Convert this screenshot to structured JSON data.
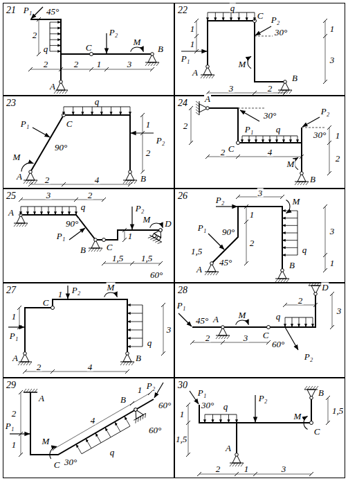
{
  "diagram": {
    "nodes": [
      {
        "text": [
          "21"
        ]
      },
      {
        "text": [
          "22"
        ]
      },
      {
        "text": [
          "23"
        ]
      },
      {
        "text": [
          "24"
        ]
      },
      {
        "text": [
          "25"
        ]
      },
      {
        "text": [
          "26"
        ]
      },
      {
        "text": [
          "27"
        ]
      },
      {
        "text": [
          "28"
        ]
      },
      {
        "text": [
          "29"
        ]
      },
      {
        "text": [
          "30"
        ]
      }
    ],
    "labels": [
      "P₁",
      "45°",
      "2",
      "q",
      "P₂",
      "C",
      "M",
      "B",
      "A",
      "2",
      "2",
      "1",
      "3",
      "q",
      "C",
      "P₂",
      "30°",
      "1",
      "1",
      "P₁",
      "A",
      "M",
      "B",
      "3",
      "2",
      "1",
      "3",
      "q",
      "C",
      "P₁",
      "90°",
      "M",
      "A",
      "B",
      "P₂",
      "1",
      "2",
      "2",
      "4",
      "A",
      "30°",
      "P₁",
      "C",
      "q",
      "P₂",
      "30°",
      "2",
      "2",
      "4",
      "1",
      "2",
      "M",
      "B",
      "3",
      "2",
      "A",
      "q",
      "P₁",
      "90°",
      "B",
      "C",
      "1",
      "P₂",
      "M",
      "D",
      "1,5",
      "1,5",
      "60°",
      "P₂",
      "3",
      "M",
      "P₁",
      "90°",
      "1",
      "2",
      "1,5",
      "45°",
      "q",
      "A",
      "B",
      "3",
      "1",
      "1",
      "P₂",
      "C",
      "M",
      "1",
      "P₁",
      "q",
      "3",
      "A",
      "B",
      "2",
      "4",
      "P₁",
      "45°",
      "A",
      "M",
      "q",
      "2",
      "D",
      "3",
      "C",
      "60°",
      "P₂",
      "2",
      "3",
      "A",
      "2",
      "P₁",
      "1",
      "M",
      "C",
      "30°",
      "4",
      "q",
      "B",
      "1",
      "P₂",
      "60°",
      "60°",
      "P₁",
      "30°",
      "q",
      "P₂",
      "B",
      "1,5",
      "M",
      "C",
      "1",
      "1,5",
      "A",
      "2",
      "1",
      "3"
    ]
  }
}
